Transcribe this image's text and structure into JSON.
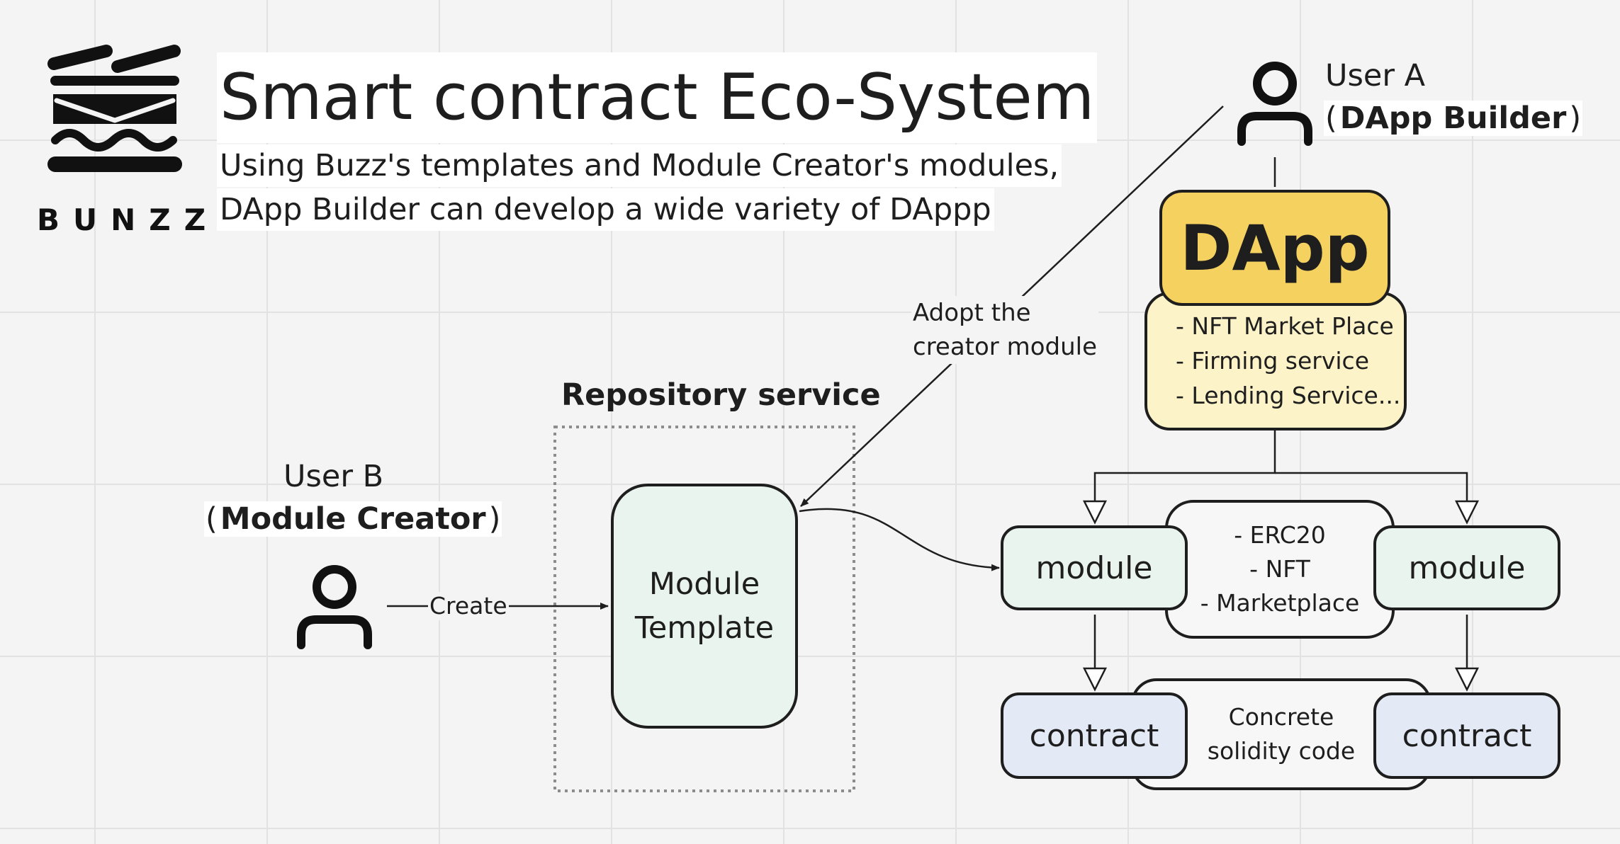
{
  "logo": {
    "icon": "buzz-logo-icon",
    "wordmark": "BUNZZ"
  },
  "header": {
    "title": "Smart contract Eco-System",
    "subtitle_line1": "Using Buzz's templates and Module Creator's modules,",
    "subtitle_line2": "DApp Builder can develop a wide variety of DAppp"
  },
  "user_a": {
    "name": "User A",
    "paren_open": "(",
    "role": "DApp Builder",
    "paren_close": ")",
    "icon": "user-icon"
  },
  "user_b": {
    "name": "User B",
    "paren_open": "(",
    "role": "Module Creator",
    "paren_close": ")",
    "icon": "user-icon"
  },
  "dapp": {
    "title": "DApp",
    "items": [
      "- NFT Market Place",
      "- Firming service",
      "- Lending Service..."
    ]
  },
  "repository": {
    "title": "Repository service",
    "template_line1": "Module",
    "template_line2": "Template"
  },
  "edges": {
    "create": "Create",
    "adopt_line1": "Adopt the",
    "adopt_line2": "creator module"
  },
  "modules": {
    "left_label": "module",
    "right_label": "module",
    "context": [
      "- ERC20",
      "- NFT",
      "- Marketplace"
    ]
  },
  "contracts": {
    "left_label": "contract",
    "right_label": "contract",
    "context_line1": "Concrete",
    "context_line2": "solidity code"
  },
  "colors": {
    "dapp": "#f5d160",
    "dapp_list": "#fdf3c9",
    "module": "#eaf4ee",
    "contract": "#e3e9f5",
    "context": "#f7f7f7",
    "stroke": "#1e1e1e"
  }
}
